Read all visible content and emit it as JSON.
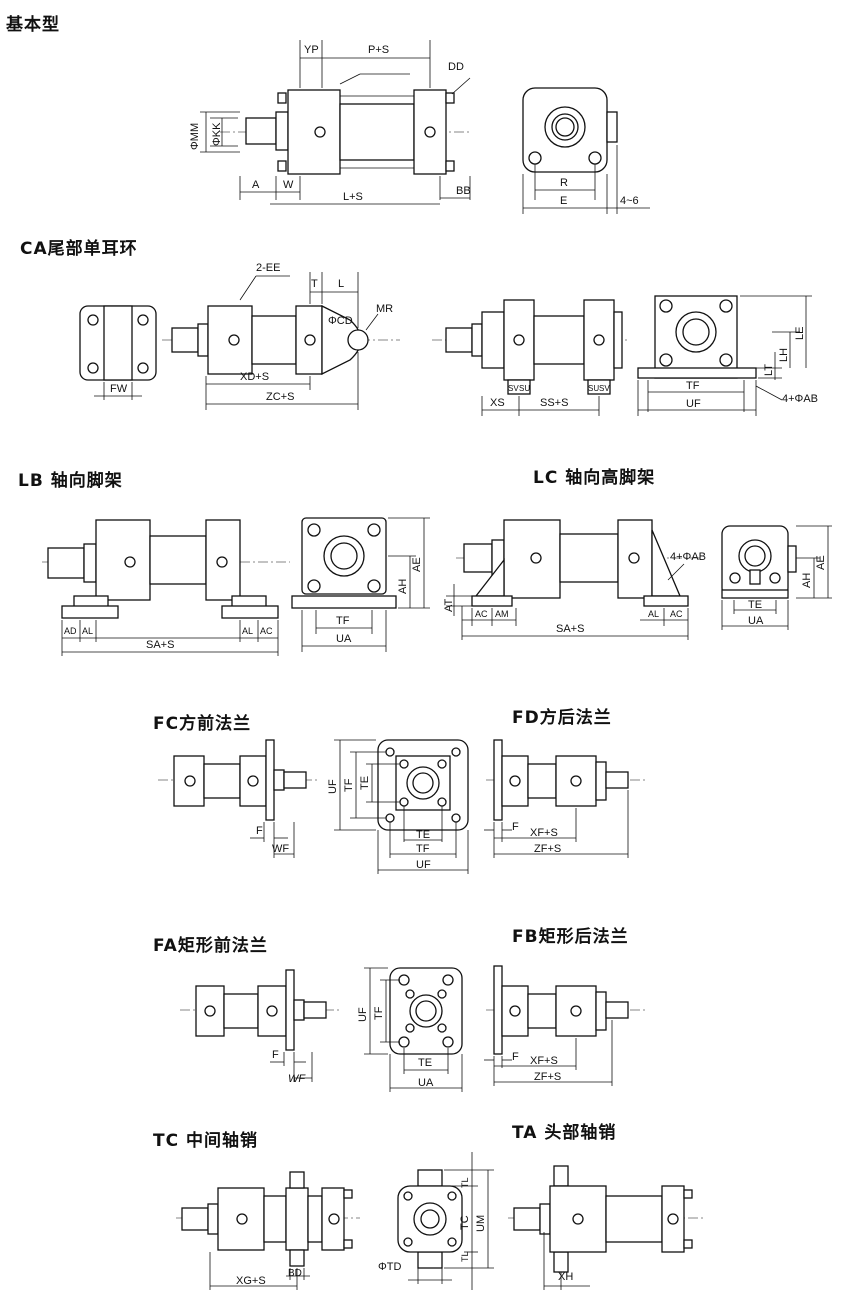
{
  "sections": {
    "basic": "基本型",
    "ca": "CA尾部单耳环",
    "lb": "LB  轴向脚架",
    "lc": "LC  轴向高脚架",
    "fc": "FC方前法兰",
    "fd": "FD方后法兰",
    "fa": "FA矩形前法兰",
    "fb": "FB矩形后法兰",
    "tc": "TC  中间轴销",
    "ta": "TA  头部轴销"
  },
  "dims": {
    "yp": "YP",
    "ps": "P+S",
    "dd": "DD",
    "mm": "ΦMM",
    "kk": "ΦKK",
    "a": "A",
    "w": "W",
    "ls": "L+S",
    "bb": "BB",
    "r": "R",
    "e": "E",
    "range46": "4~6",
    "ee": "2-EE",
    "t": "T",
    "l": "L",
    "cd": "ΦCD",
    "mr": "MR",
    "xds": "XD+S",
    "zcs": "ZC+S",
    "fw": "FW",
    "sv": "SV",
    "su": "SU",
    "xs": "XS",
    "sss": "SS+S",
    "tf": "TF",
    "uf": "UF",
    "lt": "LT",
    "lh": "LH",
    "le": "LE",
    "ab": "4+ΦAB",
    "ad": "AD",
    "al": "AL",
    "ac": "AC",
    "sas": "SA+S",
    "ua": "UA",
    "ah": "AH",
    "ae": "AE",
    "at": "AT",
    "am": "AM",
    "te": "TE",
    "f": "F",
    "wf": "WF",
    "xfs": "XF+S",
    "zfs": "ZF+S",
    "xgs": "XG+S",
    "bd": "BD",
    "td": "ΦTD",
    "tl": "TL",
    "tc": "TC",
    "um": "UM",
    "xh": "XH"
  }
}
